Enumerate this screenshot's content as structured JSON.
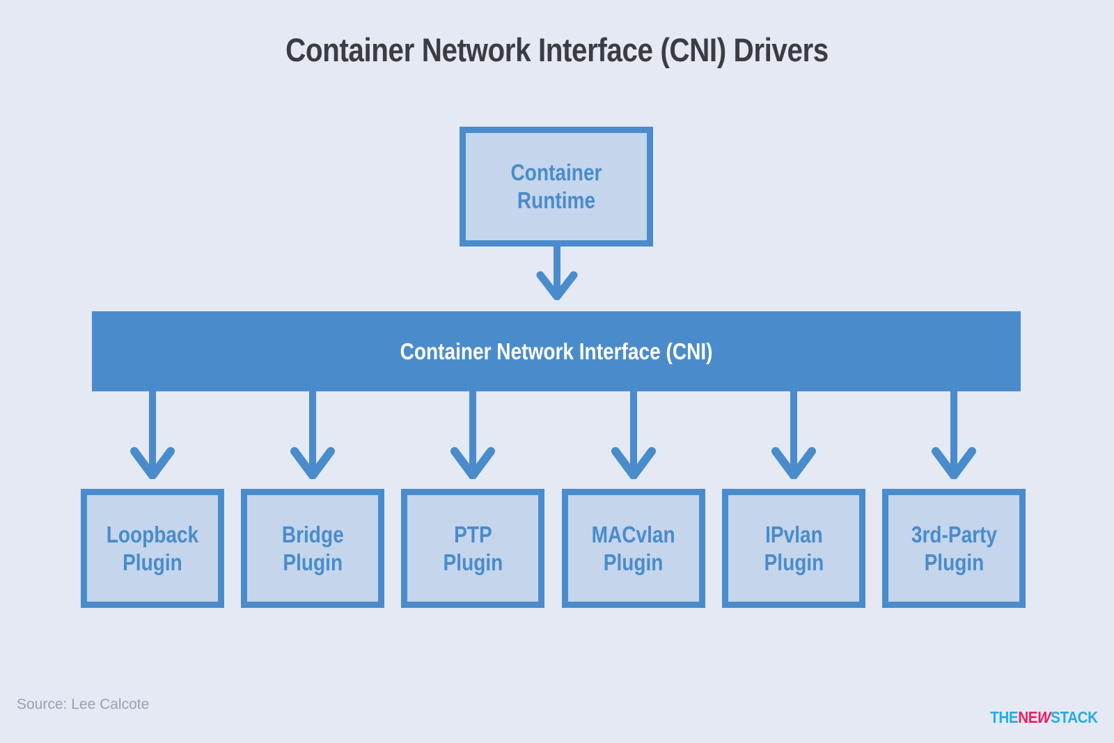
{
  "title": "Container Network Interface (CNI) Drivers",
  "nodes": {
    "runtime": {
      "line1": "Container",
      "line2": "Runtime"
    },
    "cni_bar": {
      "label": "Container Network Interface (CNI)"
    },
    "plugins": [
      {
        "line1": "Loopback",
        "line2": "Plugin"
      },
      {
        "line1": "Bridge",
        "line2": "Plugin"
      },
      {
        "line1": "PTP",
        "line2": "Plugin"
      },
      {
        "line1": "MACvlan",
        "line2": "Plugin"
      },
      {
        "line1": "IPvlan",
        "line2": "Plugin"
      },
      {
        "line1": "3rd-Party",
        "line2": "Plugin"
      }
    ]
  },
  "footer": {
    "source": "Source: Lee Calcote",
    "logo": {
      "the": "THE",
      "ne": "NE",
      "w": "W",
      "stack": "STACK"
    }
  },
  "colors": {
    "background": "#e4e9f3",
    "accent_blue": "#4a8ccb",
    "node_fill": "#c4d5ec",
    "title_text": "#3a3d42",
    "bar_text": "#ffffff",
    "source_text": "#98a2ae",
    "logo_cyan": "#29abe2",
    "logo_pink": "#ec1e63"
  }
}
